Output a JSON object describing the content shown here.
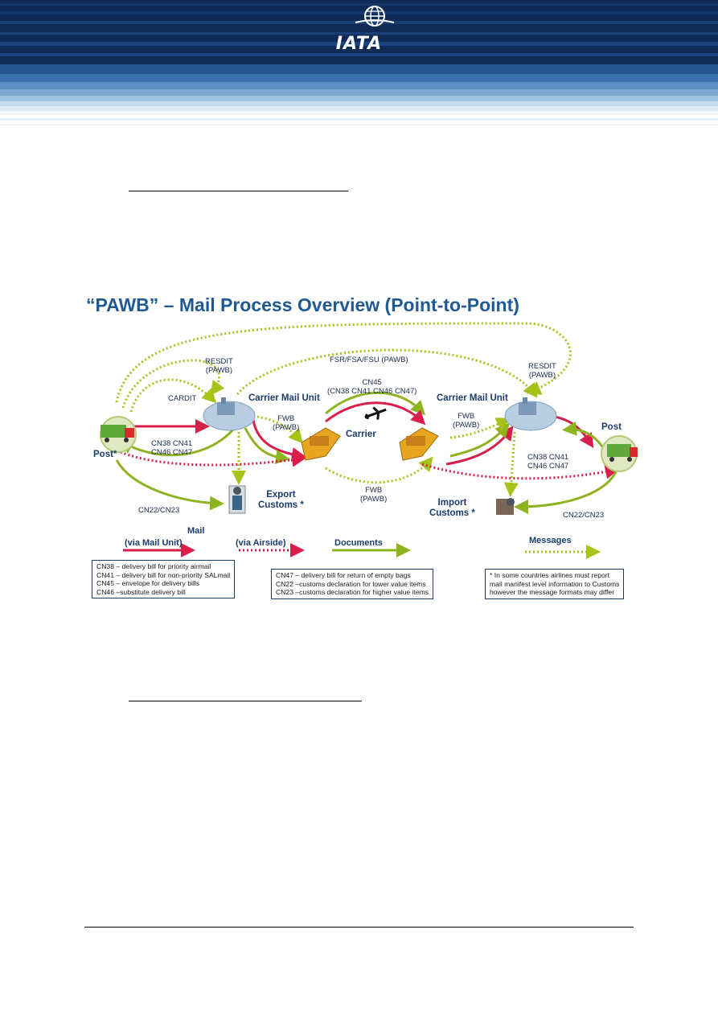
{
  "header": {
    "logo_text": "IATA",
    "colors": {
      "dark_navy": "#0e2a55",
      "mid_blue": "#2f6aa8",
      "light_blue": "#a8c8e4"
    }
  },
  "diagram": {
    "title": "“PAWB” – Mail Process Overview (Point-to-Point)",
    "nodes": {
      "post_left": "Post*",
      "carrier_mail_unit_left": "Carrier Mail Unit",
      "carrier": "Carrier",
      "carrier_mail_unit_right": "Carrier Mail Unit",
      "post_right": "Post",
      "export_customs": "Export\nCustoms *",
      "import_customs": "Import\nCustoms *"
    },
    "labels": {
      "resdit_left": "RESDIT\n(PAWB)",
      "fsr": "FSR/FSA/FSU (PAWB)",
      "resdit_right": "RESDIT\n(PAWB)",
      "cardit": "CARDIT",
      "cn45": "CN45\n(CN38 CN41 CN46 CN47)",
      "fwb_left": "FWB\n(PAWB)",
      "fwb_right": "FWB\n(PAWB)",
      "cn38_left": "CN38 CN41\nCN46 CN47",
      "cn38_right": "CN38 CN41\nCN46 CN47",
      "fwb_bottom": "FWB\n(PAWB)",
      "cn22_left": "CN22/CN23",
      "cn22_right": "CN22/CN23"
    },
    "legend": {
      "mail": "Mail",
      "via_mail_unit": "(via Mail Unit)",
      "via_airside": "(via Airside)",
      "documents": "Documents",
      "messages": "Messages"
    },
    "notes": {
      "box1": [
        "CN38 – delivery bill for priority airmail",
        "CN41 – delivery bill for non-priority SALmail",
        "CN45 – envelope for delivery bills",
        "CN46 –substitute delivery bill"
      ],
      "box2": [
        "CN47 – delivery bill for return of empty bags",
        "CN22 –customs declaration for lower value items",
        "CN23 –customs declaration for higher value items"
      ],
      "box3": [
        "* In some countries airlines must report",
        "mail manifest level information to Customs",
        "however the message formats may differ"
      ]
    },
    "colors": {
      "mail": "#d81f4b",
      "documents": "#8db31e",
      "messages": "#a8c21c",
      "title": "#1f5a93"
    }
  }
}
